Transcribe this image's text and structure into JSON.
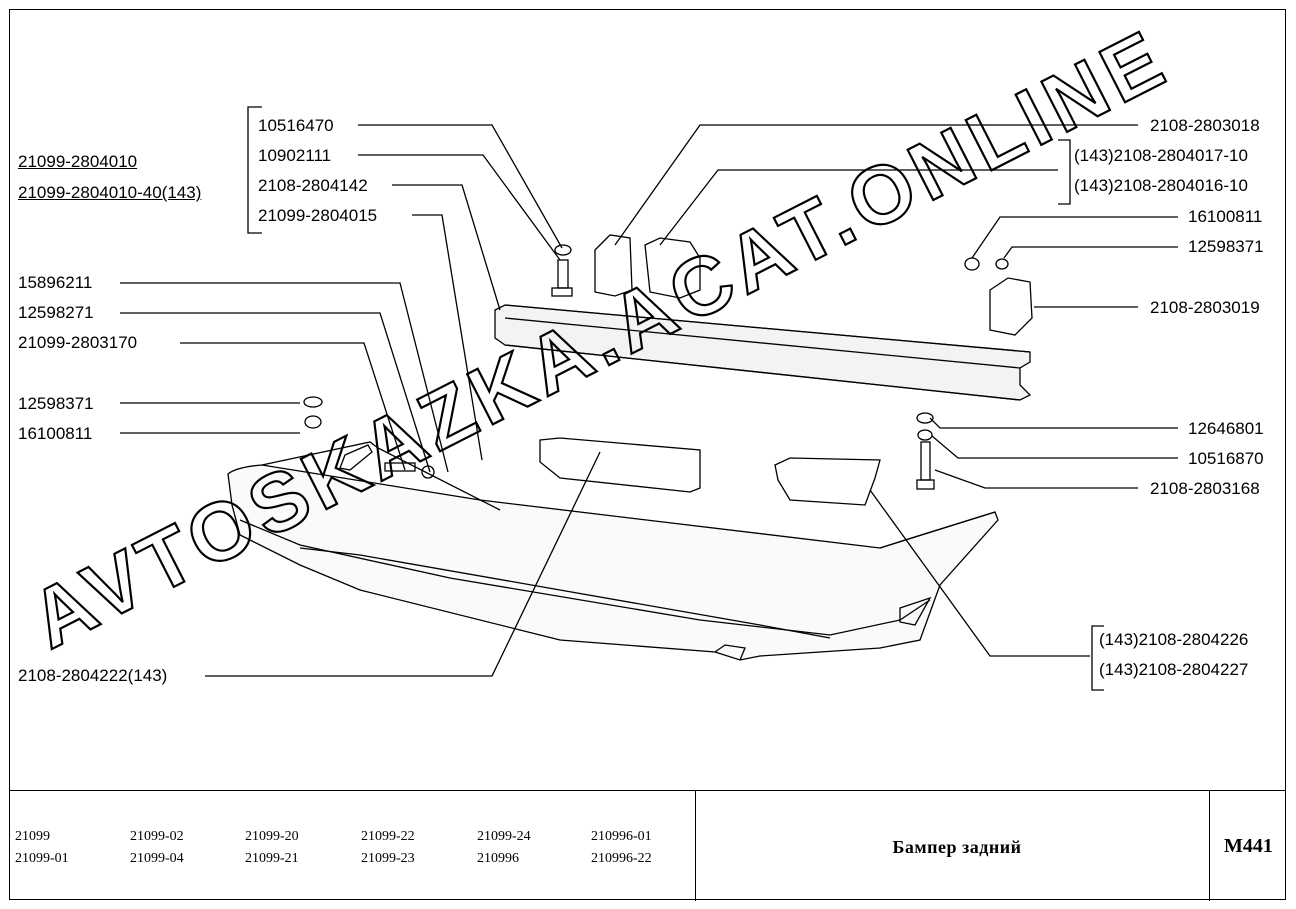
{
  "group_labels_left": [
    "21099-2804010",
    "21099-2804010-40(143)"
  ],
  "labels_left_bracket": [
    "10516470",
    "10902111",
    "2108-2804142",
    "21099-2804015"
  ],
  "labels_left": [
    "15896211",
    "12598271",
    "21099-2803170",
    "12598371",
    "16100811"
  ],
  "label_bottom_left": "2108-2804222(143)",
  "labels_right": [
    "2108-2803018",
    "(143)2108-2804017-10",
    "(143)2108-2804016-10",
    "16100811",
    "12598371",
    "2108-2803019",
    "12646801",
    "10516870",
    "2108-2803168",
    "(143)2108-2804226",
    "(143)2108-2804227"
  ],
  "watermark": "AVTOSKAZKA.ACAT.ONLINE",
  "footer": {
    "models": [
      [
        "21099",
        "21099-01"
      ],
      [
        "21099-02",
        "21099-04"
      ],
      [
        "21099-20",
        "21099-21"
      ],
      [
        "21099-22",
        "21099-23"
      ],
      [
        "21099-24",
        "210996"
      ],
      [
        "210996-01",
        "210996-22"
      ]
    ],
    "title": "Бампер задний",
    "code": "M441"
  }
}
